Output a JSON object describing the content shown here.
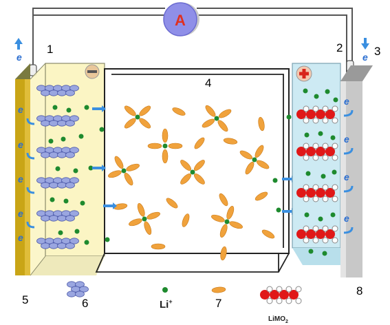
{
  "meter": {
    "symbol": "A"
  },
  "electron_symbol": "e",
  "labels": {
    "l1": "1",
    "l2": "2",
    "l3": "3",
    "l4": "4",
    "l5": "5",
    "l6": "6",
    "l7": "7",
    "l8": "8"
  },
  "legend": {
    "li_ion": "Li",
    "li_ion_charge": "+",
    "cathode_material": "LiMO",
    "cathode_subscript": "2"
  },
  "colors": {
    "wire": "#555555",
    "meter_fill": "#8f8fe8",
    "meter_text": "#e03020",
    "anode_panel": "#fbf5c4",
    "anode_plate": "#c9a516",
    "cathode_panel": "#cdeaf3",
    "cathode_plate": "#bdbdbd",
    "li_ion": "#1e8a2e",
    "electrolyte": "#f0a23c",
    "graphite": "#8a98d8",
    "oxide_metal": "#e01818",
    "arrow": "#3a8fe0"
  }
}
